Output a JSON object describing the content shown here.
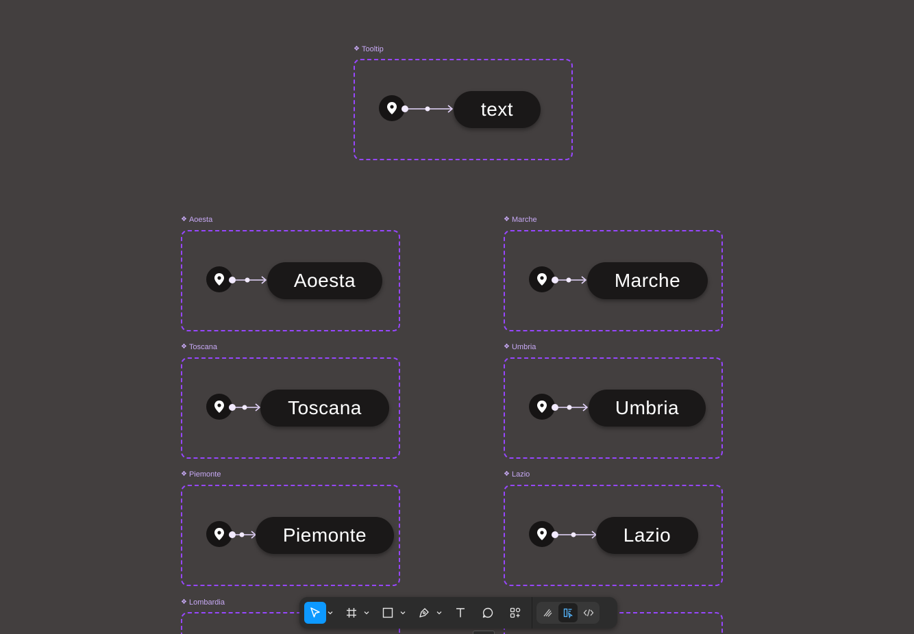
{
  "canvas": {
    "background": "#433f3f",
    "frame_border_color": "#9747ff",
    "label_color": "#c7a9f5",
    "pill_color": "#1a1818"
  },
  "components": [
    {
      "id": "tooltip",
      "label": "Tooltip",
      "text": "text"
    },
    {
      "id": "aoesta",
      "label": "Aoesta",
      "text": "Aoesta"
    },
    {
      "id": "marche",
      "label": "Marche",
      "text": "Marche"
    },
    {
      "id": "toscana",
      "label": "Toscana",
      "text": "Toscana"
    },
    {
      "id": "umbria",
      "label": "Umbria",
      "text": "Umbria"
    },
    {
      "id": "piemonte",
      "label": "Piemonte",
      "text": "Piemonte"
    },
    {
      "id": "lazio",
      "label": "Lazio",
      "text": "Lazio"
    },
    {
      "id": "lombardia",
      "label": "Lombardia",
      "text": ""
    }
  ],
  "toolbar": {
    "tools": [
      {
        "name": "move-tool",
        "icon": "cursor-arrow-icon",
        "active": true
      },
      {
        "name": "frame-tool",
        "icon": "frame-hash-icon",
        "active": false
      },
      {
        "name": "shape-tool",
        "icon": "rectangle-icon",
        "active": false
      },
      {
        "name": "pen-tool",
        "icon": "pen-nib-icon",
        "active": false
      },
      {
        "name": "text-tool",
        "icon": "text-t-icon",
        "active": false
      },
      {
        "name": "comment-tool",
        "icon": "comment-bubble-icon",
        "active": false
      },
      {
        "name": "actions-tool",
        "icon": "components-grid-icon",
        "active": false
      }
    ],
    "modes": [
      {
        "name": "draw-mode",
        "icon": "draw-pen-icon"
      },
      {
        "name": "design-mode",
        "icon": "design-layers-icon",
        "selected": true
      },
      {
        "name": "dev-mode",
        "icon": "code-brackets-icon"
      }
    ],
    "accent": "#0d99ff"
  }
}
